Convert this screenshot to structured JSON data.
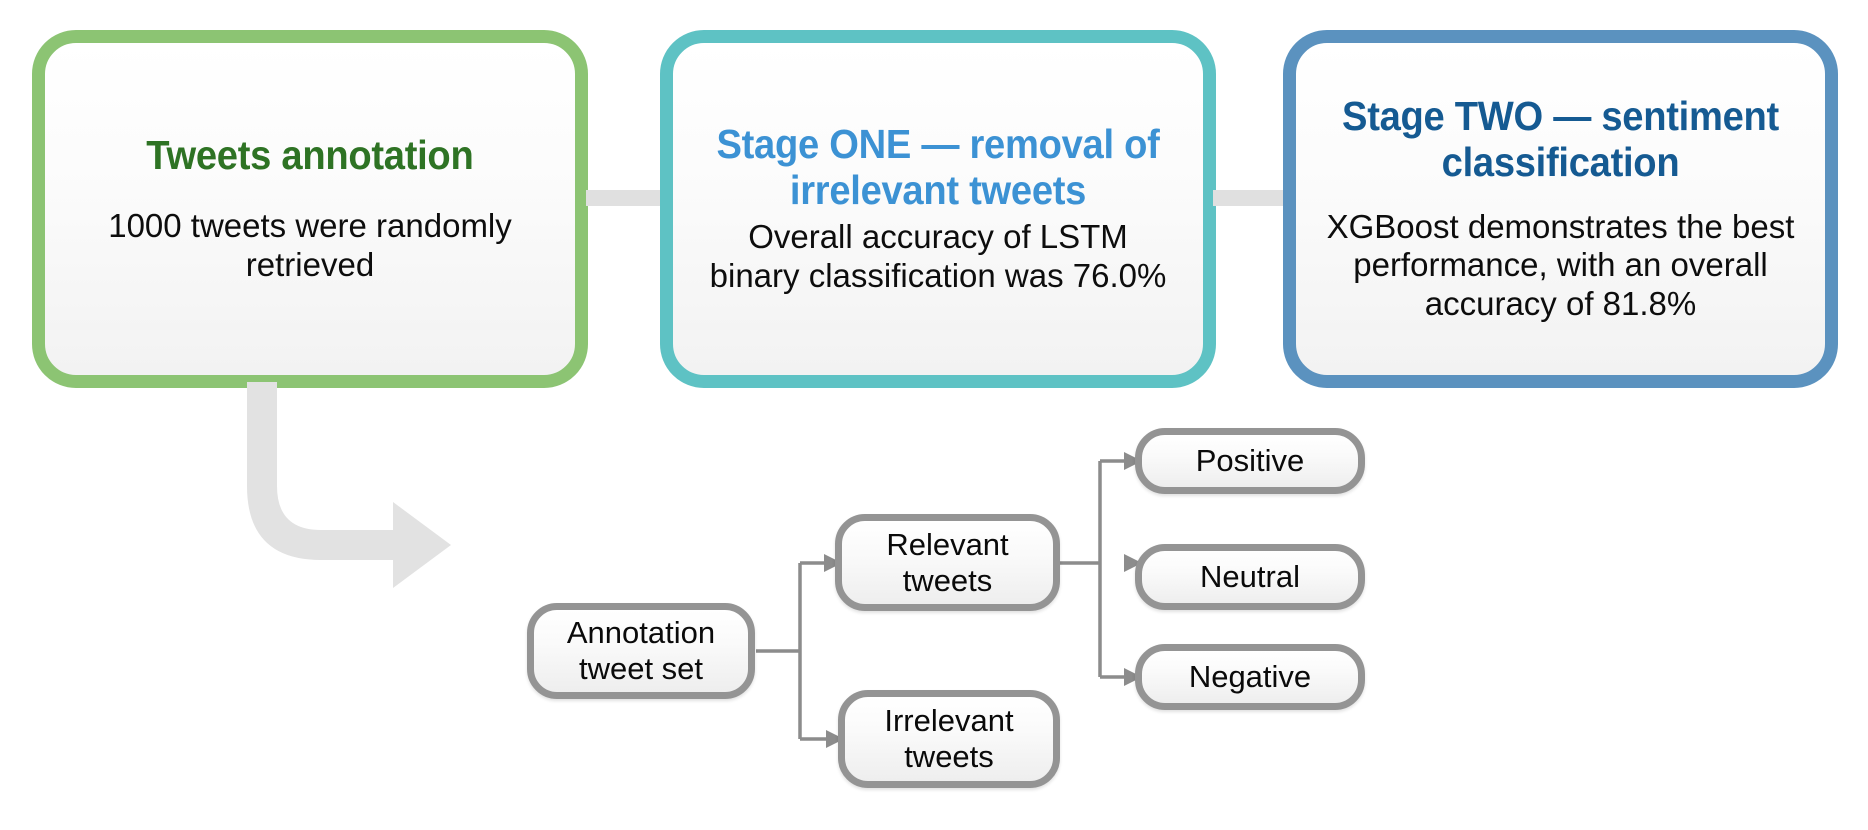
{
  "diagram": {
    "stages": [
      {
        "id": "tweets-annotation",
        "title": "Tweets annotation",
        "body": "1000 tweets were randomly retrieved",
        "accent": "#8cc473",
        "title_color": "#2e7324"
      },
      {
        "id": "stage-one",
        "title": "Stage ONE — removal of irrelevant tweets",
        "body": "Overall accuracy of LSTM binary classification was 76.0%",
        "accent": "#5ec2c4",
        "title_color": "#3c92d4"
      },
      {
        "id": "stage-two",
        "title": "Stage TWO — sentiment classification",
        "body": "XGBoost demonstrates the best performance, with an overall accuracy of 81.8%",
        "accent": "#5b92bf",
        "title_color": "#155a92"
      }
    ],
    "tree": {
      "root": "Annotation tweet set",
      "level_one": [
        "Relevant tweets",
        "Irrelevant tweets"
      ],
      "level_two": [
        "Positive",
        "Neutral",
        "Negative"
      ],
      "node_border_color": "#949494",
      "connector_color": "#8c8c8c",
      "flow_arrow_color": "#e2e2e2"
    }
  }
}
